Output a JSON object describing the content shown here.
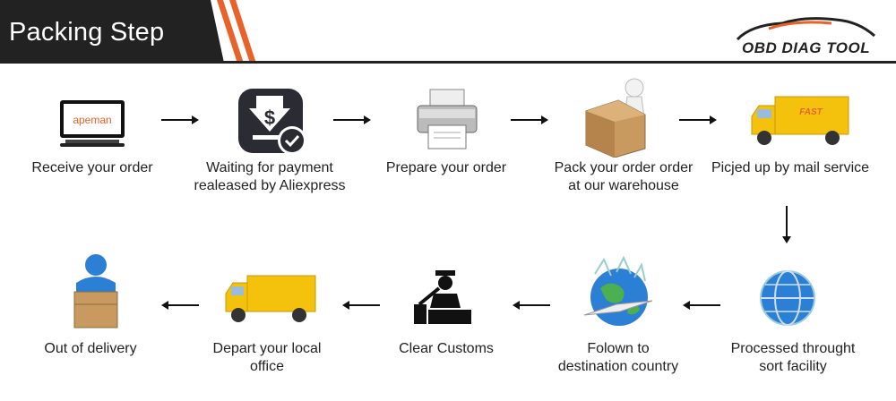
{
  "header": {
    "title": "Packing Step",
    "logo_text": "OBD DIAG TOOL"
  },
  "steps_row1": [
    {
      "label_lines": [
        "Receive your order"
      ],
      "icon": "monitor-icon",
      "screen_text": "apeman"
    },
    {
      "label_lines": [
        "Waiting for payment",
        "realeased by Aliexpress"
      ],
      "icon": "dollar-badge-icon"
    },
    {
      "label_lines": [
        "Prepare your order"
      ],
      "icon": "printer-icon"
    },
    {
      "label_lines": [
        "Pack your order order",
        "at our warehouse"
      ],
      "icon": "box-person-icon"
    },
    {
      "label_lines": [
        "Picjed up by mail service"
      ],
      "icon": "delivery-truck-icon",
      "truck_text": "FAST"
    }
  ],
  "steps_row2": [
    {
      "label_lines": [
        "Out of delivery"
      ],
      "icon": "courier-icon"
    },
    {
      "label_lines": [
        "Depart your local",
        "office"
      ],
      "icon": "truck-icon"
    },
    {
      "label_lines": [
        "Clear Customs"
      ],
      "icon": "customs-officer-icon"
    },
    {
      "label_lines": [
        "Folown to",
        "destination country"
      ],
      "icon": "globe-plane-icon"
    },
    {
      "label_lines": [
        "Processed throught",
        "sort facility"
      ],
      "icon": "sort-globe-icon"
    }
  ],
  "colors": {
    "accent": "#e8632a",
    "dark": "#222222",
    "truck_yellow": "#f4c20d",
    "globe_blue": "#2b7fd4"
  }
}
